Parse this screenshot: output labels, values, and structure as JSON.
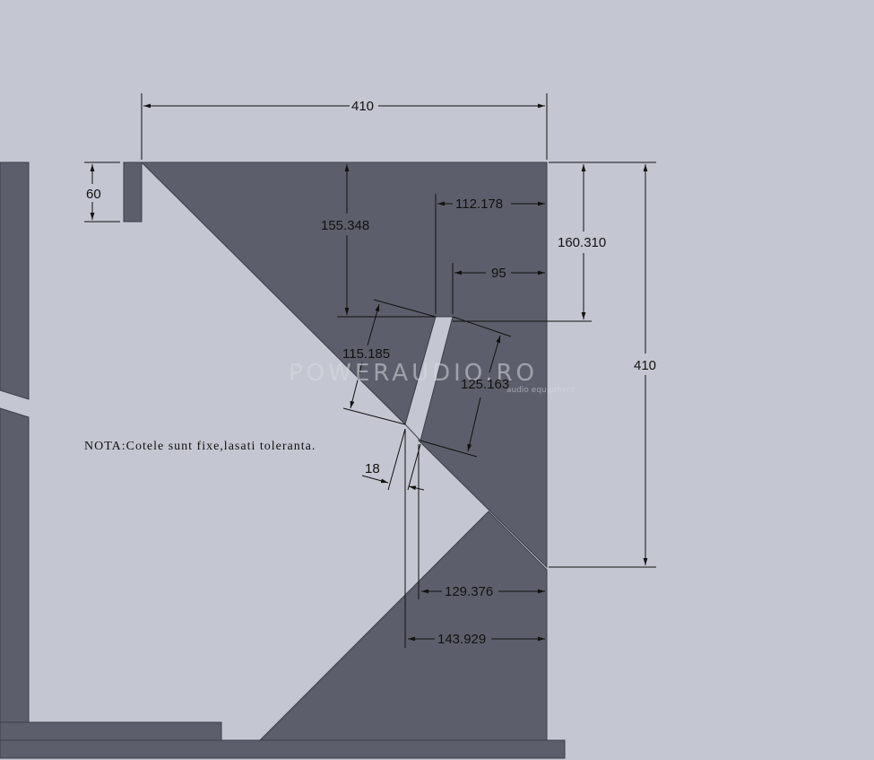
{
  "drawing": {
    "colors": {
      "background": "#c4c7d2",
      "part_fill": "#5c5f6b",
      "part_edge": "#3b3e48",
      "dimension_line": "#111111"
    },
    "dimensions": {
      "top_width": "410",
      "right_height": "410",
      "tab_height": "60",
      "vertical_depth": "155.348",
      "top_offset": "112.178",
      "right_height_2": "160.310",
      "slot_offset": "95",
      "slant_length_left": "115.185",
      "slant_length_right": "125.163",
      "slot_width": "18",
      "lower_offset_1": "129.376",
      "lower_offset_2": "143.929"
    },
    "note": "NOTA:Cotele sunt fixe,lasati toleranta.",
    "watermark": {
      "brand": "POWERAUDIO.RO",
      "tagline": "audio equipment"
    }
  }
}
